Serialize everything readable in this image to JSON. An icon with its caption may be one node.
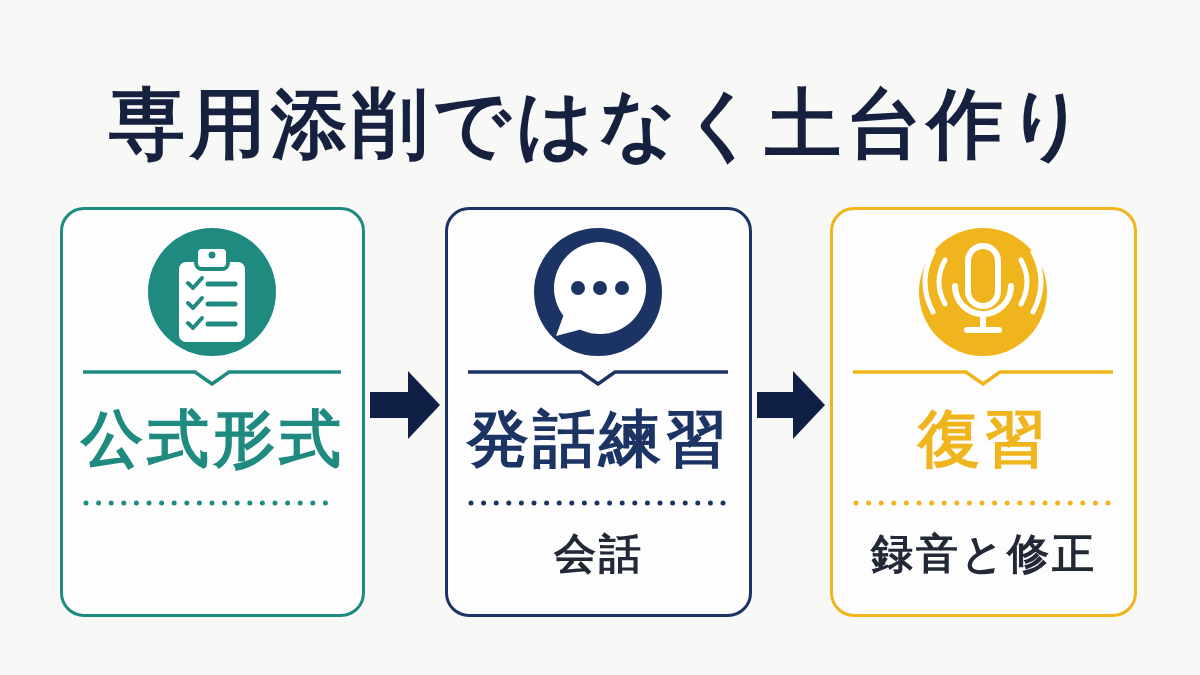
{
  "diagram": {
    "title": "専用添削ではなく土台作り",
    "nodes": [
      {
        "text": [
          "公式形式"
        ]
      },
      {
        "text": [
          "発話練習",
          "会話"
        ]
      },
      {
        "text": [
          "復習",
          "録音と修正"
        ]
      }
    ],
    "edges": [
      {
        "from": 0,
        "to": 1,
        "arrow": "to"
      },
      {
        "from": 1,
        "to": 2,
        "arrow": "to"
      }
    ]
  }
}
